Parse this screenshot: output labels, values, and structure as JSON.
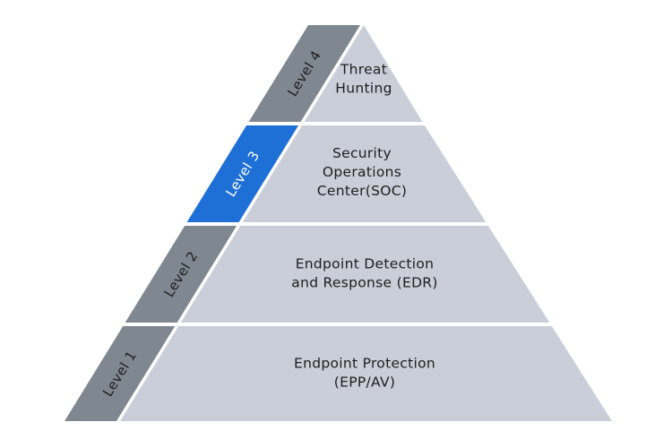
{
  "diagram": {
    "type": "pyramid",
    "colors": {
      "tier_fill": "#c9ced9",
      "level_band_default": "#7f8891",
      "level_band_highlight": "#1f70d6",
      "level_text_default": "#1e1e1e",
      "level_text_highlight": "#ffffff",
      "separator": "#ffffff"
    },
    "tiers": [
      {
        "level": "Level 4",
        "lines": [
          "Threat",
          "Hunting"
        ],
        "highlighted": false
      },
      {
        "level": "Level 3",
        "lines": [
          "Security",
          "Operations",
          "Center(SOC)"
        ],
        "highlighted": true
      },
      {
        "level": "Level 2",
        "lines": [
          "Endpoint Detection",
          "and  Response (EDR)"
        ],
        "highlighted": false
      },
      {
        "level": "Level 1",
        "lines": [
          "Endpoint Protection",
          "(EPP/AV)"
        ],
        "highlighted": false
      }
    ]
  }
}
